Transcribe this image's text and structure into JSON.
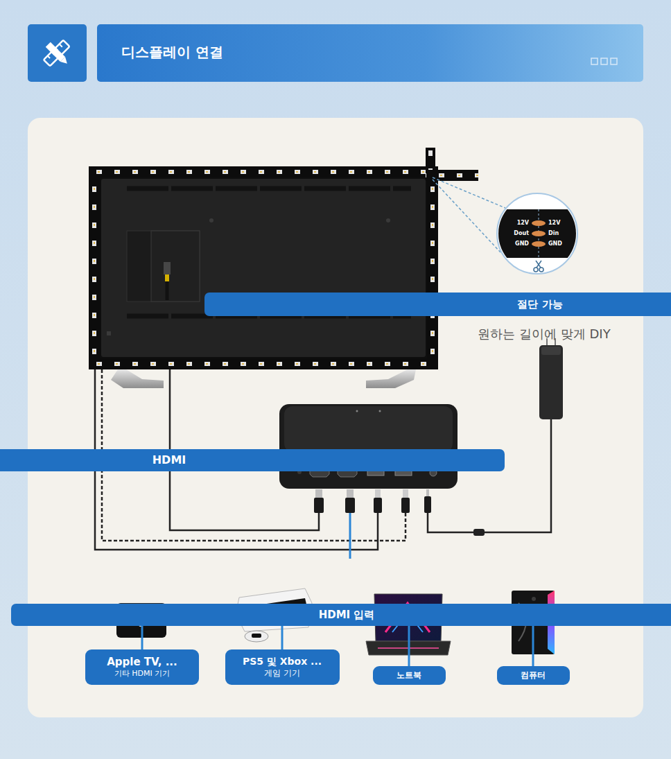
{
  "diagram": {
    "title": "디스플레이 연결",
    "nodes": [
      {
        "text": [
          "절단 가능"
        ]
      },
      {
        "text": [
          "HDMI"
        ]
      },
      {
        "text": [
          "HDMI 입력"
        ]
      },
      {
        "text": [
          "Apple TV, ...",
          "기타 HDMI 기기"
        ]
      },
      {
        "text": [
          "PS5 및 Xbox ...",
          "게임 기기"
        ]
      },
      {
        "text": [
          "노트북"
        ]
      },
      {
        "text": [
          "컴퓨터"
        ]
      }
    ],
    "edges": [
      {
        "from": 2,
        "to": 3,
        "arrow": "none"
      },
      {
        "from": 2,
        "to": 4,
        "arrow": "none"
      },
      {
        "from": 2,
        "to": 5,
        "arrow": "none"
      },
      {
        "from": 2,
        "to": 6,
        "arrow": "none"
      }
    ],
    "labels": [
      "12V",
      "12V",
      "Dout",
      "Din",
      "GND",
      "GND",
      "원하는 길이에 맞게 DIY",
      "tv"
    ]
  }
}
